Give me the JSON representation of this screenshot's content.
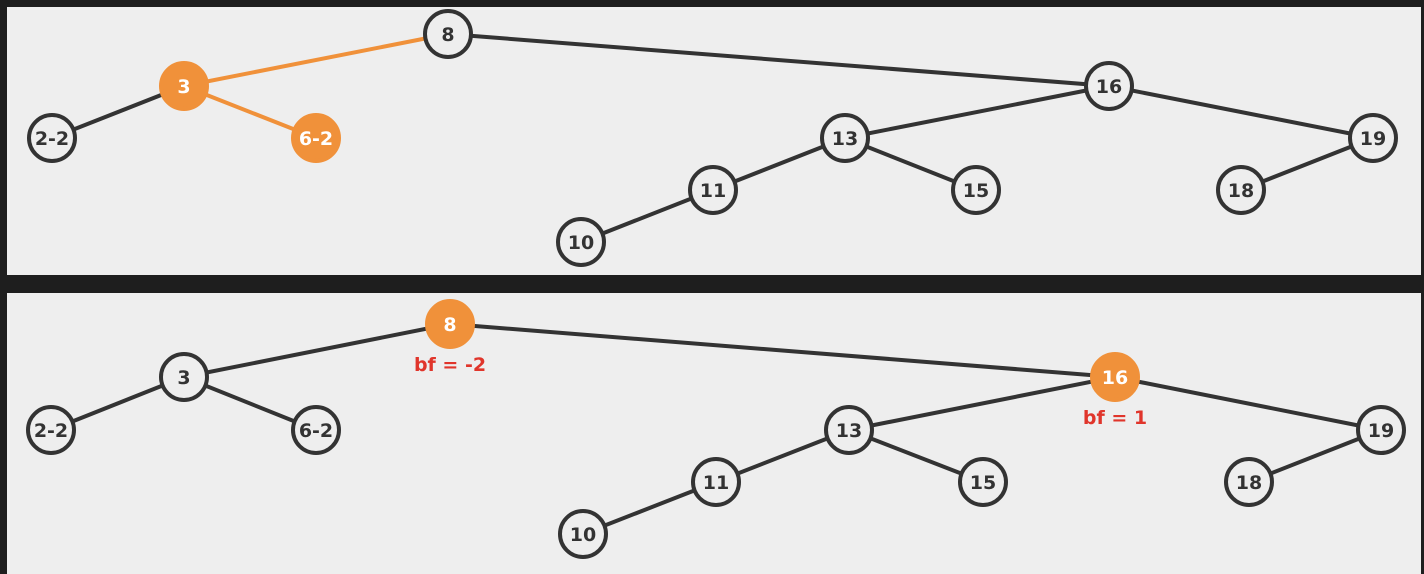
{
  "colors": {
    "highlight": "#f0913a",
    "balance_factor": "#e0352b",
    "node_stroke": "#333333",
    "panel_bg": "#eeeeee"
  },
  "panels": [
    {
      "nodes": [
        {
          "id": "n8",
          "label": "8"
        },
        {
          "id": "n3",
          "label": "3",
          "highlight": true
        },
        {
          "id": "n16",
          "label": "16"
        },
        {
          "id": "n2",
          "label": "2-2"
        },
        {
          "id": "n6",
          "label": "6-2",
          "highlight": true
        },
        {
          "id": "n13",
          "label": "13"
        },
        {
          "id": "n19",
          "label": "19"
        },
        {
          "id": "n11",
          "label": "11"
        },
        {
          "id": "n15",
          "label": "15"
        },
        {
          "id": "n18",
          "label": "18"
        },
        {
          "id": "n10",
          "label": "10"
        }
      ],
      "edges": [
        {
          "from": "n8",
          "to": "n3",
          "highlight": true
        },
        {
          "from": "n3",
          "to": "n6",
          "highlight": true
        },
        {
          "from": "n3",
          "to": "n2"
        },
        {
          "from": "n8",
          "to": "n16"
        },
        {
          "from": "n16",
          "to": "n13"
        },
        {
          "from": "n16",
          "to": "n19"
        },
        {
          "from": "n13",
          "to": "n11"
        },
        {
          "from": "n13",
          "to": "n15"
        },
        {
          "from": "n11",
          "to": "n10"
        },
        {
          "from": "n19",
          "to": "n18"
        }
      ]
    },
    {
      "nodes": [
        {
          "id": "n8",
          "label": "8",
          "highlight": true,
          "bf": "bf = -2"
        },
        {
          "id": "n3",
          "label": "3"
        },
        {
          "id": "n16",
          "label": "16",
          "highlight": true,
          "bf": "bf = 1"
        },
        {
          "id": "n2",
          "label": "2-2"
        },
        {
          "id": "n6",
          "label": "6-2"
        },
        {
          "id": "n13",
          "label": "13"
        },
        {
          "id": "n19",
          "label": "19"
        },
        {
          "id": "n11",
          "label": "11"
        },
        {
          "id": "n15",
          "label": "15"
        },
        {
          "id": "n18",
          "label": "18"
        },
        {
          "id": "n10",
          "label": "10"
        }
      ],
      "edges": [
        {
          "from": "n8",
          "to": "n3"
        },
        {
          "from": "n3",
          "to": "n2"
        },
        {
          "from": "n3",
          "to": "n6"
        },
        {
          "from": "n8",
          "to": "n16"
        },
        {
          "from": "n16",
          "to": "n13"
        },
        {
          "from": "n16",
          "to": "n19"
        },
        {
          "from": "n13",
          "to": "n11"
        },
        {
          "from": "n13",
          "to": "n15"
        },
        {
          "from": "n11",
          "to": "n10"
        },
        {
          "from": "n19",
          "to": "n18"
        }
      ]
    }
  ]
}
